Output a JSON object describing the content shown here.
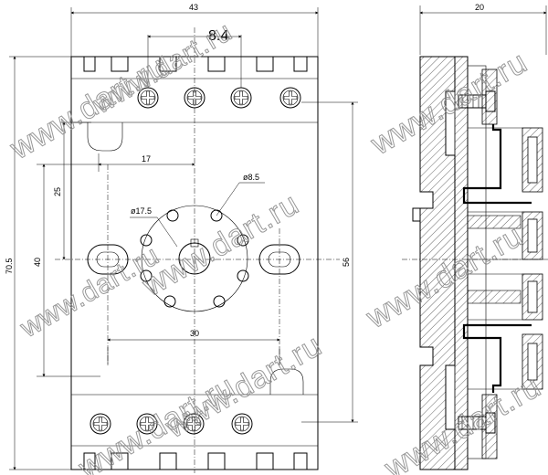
{
  "front_view": {
    "dimensions": {
      "width_43": "43",
      "pitch_8_4": "8.4",
      "offset_17": "17",
      "offset_25": "25",
      "height_70_5": "70.5",
      "height_40": "40",
      "height_56": "56",
      "spacing_30": "30",
      "hole_8_5": "ø8.5",
      "circle_17_5": "ø17.5"
    }
  },
  "side_view": {
    "dimensions": {
      "depth_20": "20"
    }
  },
  "watermark": "www.dart.ru"
}
